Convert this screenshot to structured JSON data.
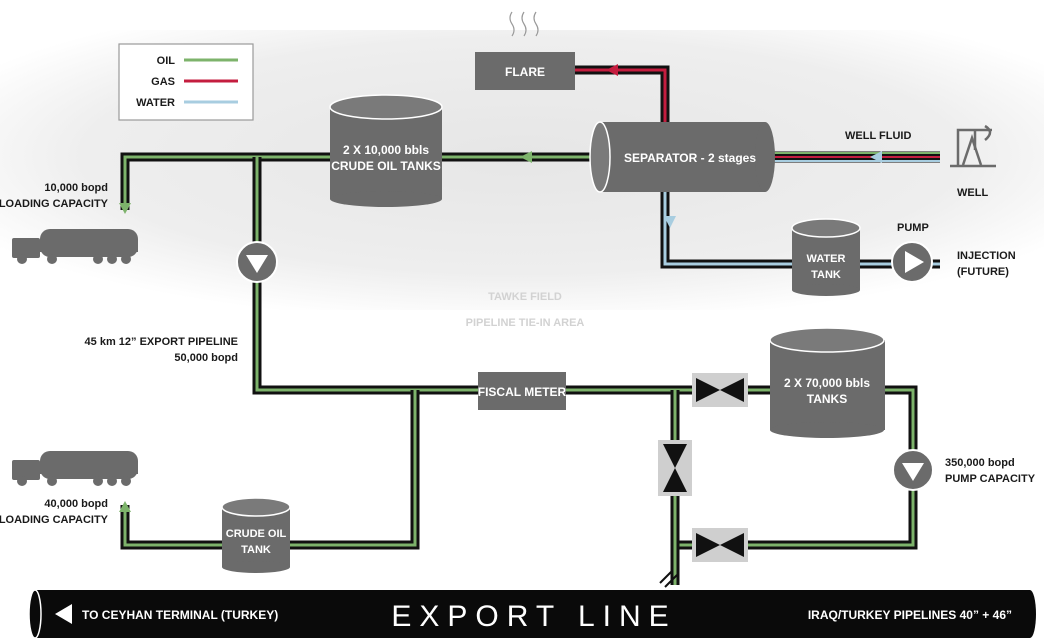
{
  "legend": {
    "items": [
      {
        "label": "OIL",
        "color": "#7db36b"
      },
      {
        "label": "GAS",
        "color": "#c41d3f"
      },
      {
        "label": "WATER",
        "color": "#a8cde0"
      }
    ]
  },
  "labels": {
    "flare": "FLARE",
    "crude_tanks_line1": "2 X 10,000 bbls",
    "crude_tanks_line2": "CRUDE OIL TANKS",
    "separator": "SEPARATOR - 2 stages",
    "well_fluid": "WELL FLUID",
    "well": "WELL",
    "pump": "PUMP",
    "water_tank_line1": "WATER",
    "water_tank_line2": "TANK",
    "injection_line1": "INJECTION",
    "injection_line2": "(FUTURE)",
    "loading_top_line1": "10,000 bopd",
    "loading_top_line2": "LOADING CAPACITY",
    "tawke_field": "TAWKE FIELD",
    "tie_in_area": "PIPELINE TIE-IN AREA",
    "export_pipeline_line1": "45 km 12” EXPORT PIPELINE",
    "export_pipeline_line2": "50,000 bopd",
    "fiscal_meter": "FISCAL METER",
    "big_tanks_line1": "2 X 70,000 bbls",
    "big_tanks_line2": "TANKS",
    "pump_capacity_line1": "350,000 bopd",
    "pump_capacity_line2": "PUMP CAPACITY",
    "loading_bottom_line1": "40,000 bopd",
    "loading_bottom_line2": "LOADING CAPACITY",
    "crude_tank_line1": "CRUDE OIL",
    "crude_tank_line2": "TANK",
    "export_line": "EXPORT LINE",
    "to_ceyhan": "TO CEYHAN TERMINAL (TURKEY)",
    "iraq_turkey": "IRAQ/TURKEY PIPELINES 40” + 46”"
  },
  "colors": {
    "pipe": "#111111",
    "oil": "#7db36b",
    "gas": "#c41d3f",
    "water": "#a8cde0",
    "equipment": "#6b6b6b",
    "field_area": "#ebebeb"
  }
}
